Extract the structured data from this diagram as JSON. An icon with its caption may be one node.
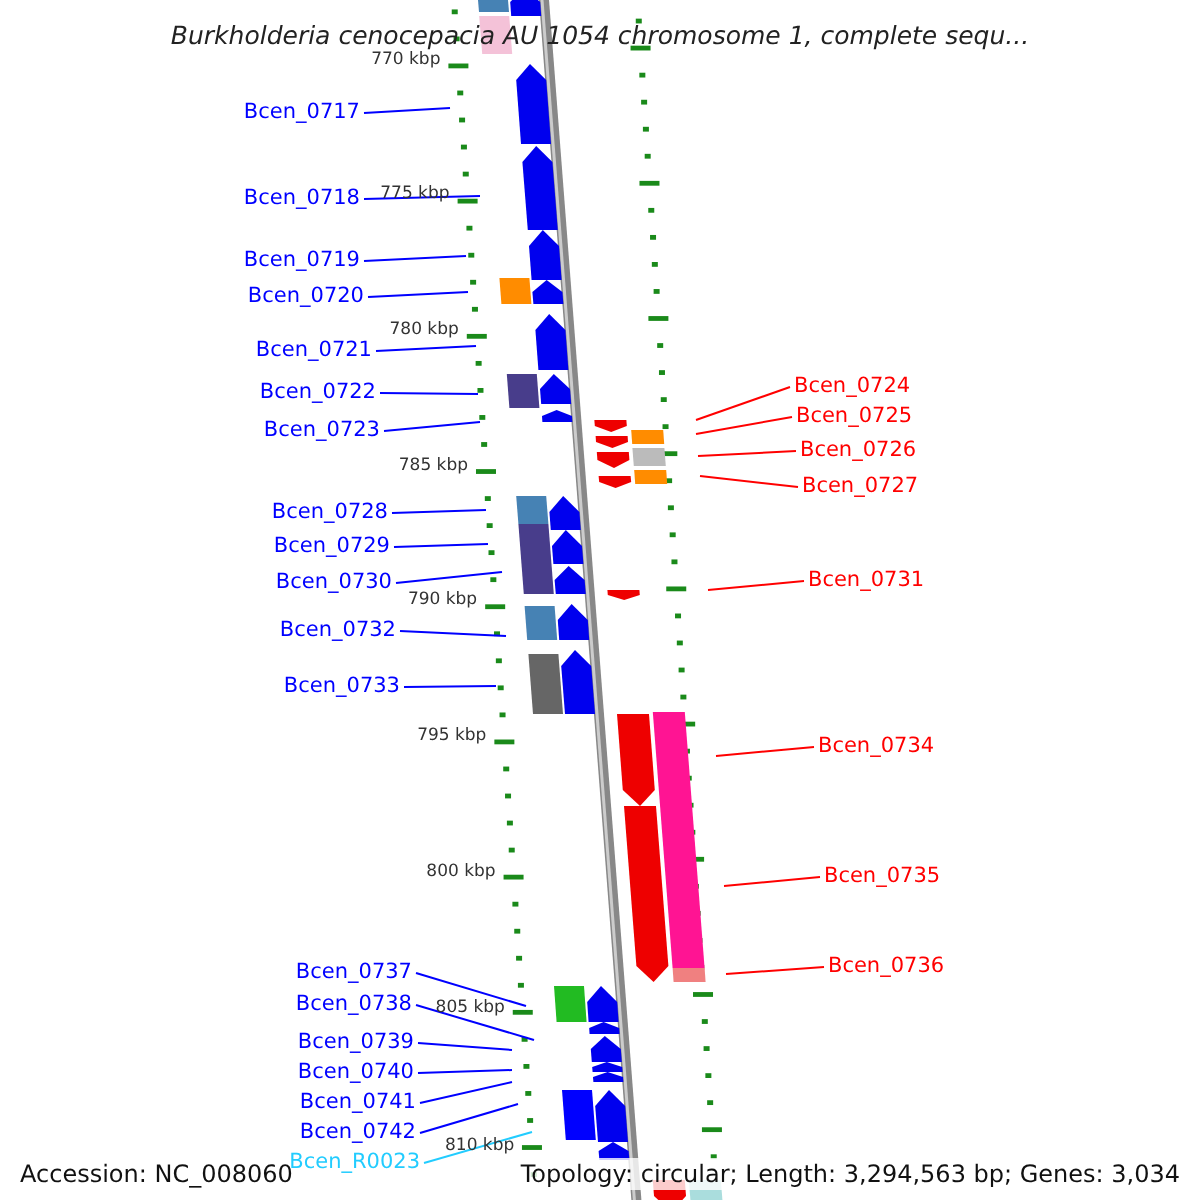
{
  "diagram": {
    "title": "Burkholderia cenocepacia AU 1054 chromosome 1, complete sequ...",
    "nodes": [
      {
        "text": [
          "Bcen_0717"
        ]
      },
      {
        "text": [
          "Bcen_0718"
        ]
      },
      {
        "text": [
          "Bcen_0719"
        ]
      },
      {
        "text": [
          "Bcen_0720"
        ]
      },
      {
        "text": [
          "Bcen_0721"
        ]
      },
      {
        "text": [
          "Bcen_0724"
        ]
      },
      {
        "text": [
          "Bcen_0722"
        ]
      },
      {
        "text": [
          "Bcen_0725"
        ]
      },
      {
        "text": [
          "Bcen_0723"
        ]
      },
      {
        "text": [
          "Bcen_0726"
        ]
      },
      {
        "text": [
          "Bcen_0727"
        ]
      },
      {
        "text": [
          "Bcen_0728"
        ]
      },
      {
        "text": [
          "Bcen_0729"
        ]
      },
      {
        "text": [
          "Bcen_0730"
        ]
      },
      {
        "text": [
          "Bcen_0731"
        ]
      },
      {
        "text": [
          "Bcen_0732"
        ]
      },
      {
        "text": [
          "Bcen_0733"
        ]
      },
      {
        "text": [
          "Bcen_0734"
        ]
      },
      {
        "text": [
          "Bcen_0735"
        ]
      },
      {
        "text": [
          "Bcen_0736"
        ]
      },
      {
        "text": [
          "Bcen_0737"
        ]
      },
      {
        "text": [
          "Bcen_0738"
        ]
      },
      {
        "text": [
          "Bcen_0739"
        ]
      },
      {
        "text": [
          "Bcen_0740"
        ]
      },
      {
        "text": [
          "Bcen_0741"
        ]
      },
      {
        "text": [
          "Bcen_0742"
        ]
      },
      {
        "text": [
          "Bcen_R0023"
        ]
      }
    ],
    "edges": [
      {
        "from": 0,
        "to": null,
        "arrow": "none"
      },
      {
        "from": 1,
        "to": null,
        "arrow": "none"
      },
      {
        "from": 2,
        "to": null,
        "arrow": "none"
      },
      {
        "from": 3,
        "to": null,
        "arrow": "none"
      },
      {
        "from": 4,
        "to": null,
        "arrow": "none"
      },
      {
        "from": 5,
        "to": null,
        "arrow": "none",
        "color": "#ff0000"
      },
      {
        "from": 6,
        "to": null,
        "arrow": "none"
      },
      {
        "from": 7,
        "to": null,
        "arrow": "none",
        "color": "#ff0000"
      },
      {
        "from": 8,
        "to": null,
        "arrow": "none"
      },
      {
        "from": 9,
        "to": null,
        "arrow": "none",
        "color": "#ff0000"
      },
      {
        "from": 10,
        "to": null,
        "arrow": "none",
        "color": "#ff0000"
      },
      {
        "from": 11,
        "to": null,
        "arrow": "none"
      },
      {
        "from": 12,
        "to": null,
        "arrow": "none"
      },
      {
        "from": 13,
        "to": null,
        "arrow": "none"
      },
      {
        "from": 14,
        "to": null,
        "arrow": "none",
        "color": "#ff0000"
      },
      {
        "from": 15,
        "to": null,
        "arrow": "none"
      },
      {
        "from": 16,
        "to": null,
        "arrow": "none"
      },
      {
        "from": 17,
        "to": null,
        "arrow": "none",
        "color": "#ff0000"
      },
      {
        "from": 18,
        "to": null,
        "arrow": "none",
        "color": "#ff0000"
      },
      {
        "from": 19,
        "to": null,
        "arrow": "none",
        "color": "#ff0000"
      },
      {
        "from": 20,
        "to": null,
        "arrow": "none"
      },
      {
        "from": 21,
        "to": null,
        "arrow": "none"
      },
      {
        "from": 22,
        "to": null,
        "arrow": "none"
      },
      {
        "from": 23,
        "to": null,
        "arrow": "none"
      },
      {
        "from": 24,
        "to": null,
        "arrow": "none"
      },
      {
        "from": 25,
        "to": null,
        "arrow": "none"
      },
      {
        "from": 26,
        "to": null,
        "arrow": "none",
        "color": "#22ccff"
      }
    ],
    "labels": [
      "770 kbp",
      "775 kbp",
      "780 kbp",
      "785 kbp",
      "790 kbp",
      "795 kbp",
      "800 kbp",
      "805 kbp",
      "810 kbp",
      "Accession: NC_008060",
      "Topology: circular; Length: 3,294,563 bp; Genes: 3,034"
    ]
  }
}
